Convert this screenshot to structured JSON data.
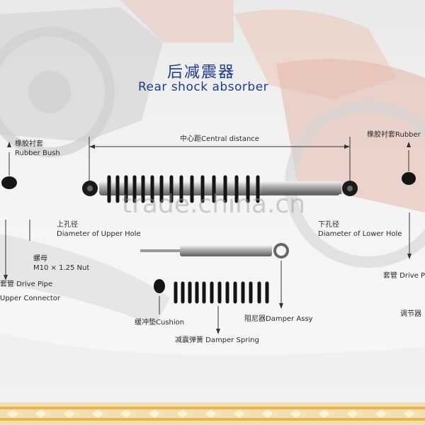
{
  "title": {
    "cn": "后减震器",
    "en": "Rear shock absorber"
  },
  "watermark": "trade.china.cn",
  "labels": {
    "rubber_bush_left_cn": "橡胶衬套",
    "rubber_bush_left_en": "Rubber Bush",
    "rubber_bush_right": "橡胶衬套Rubber",
    "central_distance": "中心距Central distance",
    "upper_hole_cn": "上孔径",
    "upper_hole_en": "Diameter of Upper Hole",
    "lower_hole_cn": "下孔径",
    "lower_hole_en": "Diameter of Lower Hole",
    "nut_cn": "螺母",
    "nut_en": "M10 × 1.25 Nut",
    "drive_pipe_left": "套管 Drive Pipe",
    "upper_connector": "Upper Connector",
    "drive_pipe_right": "套管 Drive P",
    "adjuster_right": "调节器",
    "cushion": "缓冲垫Cushion",
    "damper_assy": "阻尼器Damper Assy",
    "damper_spring": "减震弹簧 Damper Spring"
  },
  "colors": {
    "title": "#1d3c8e",
    "frame": "#e8b64a",
    "part_dark": "#1a1a1a",
    "chrome": "#b9b9b9"
  }
}
